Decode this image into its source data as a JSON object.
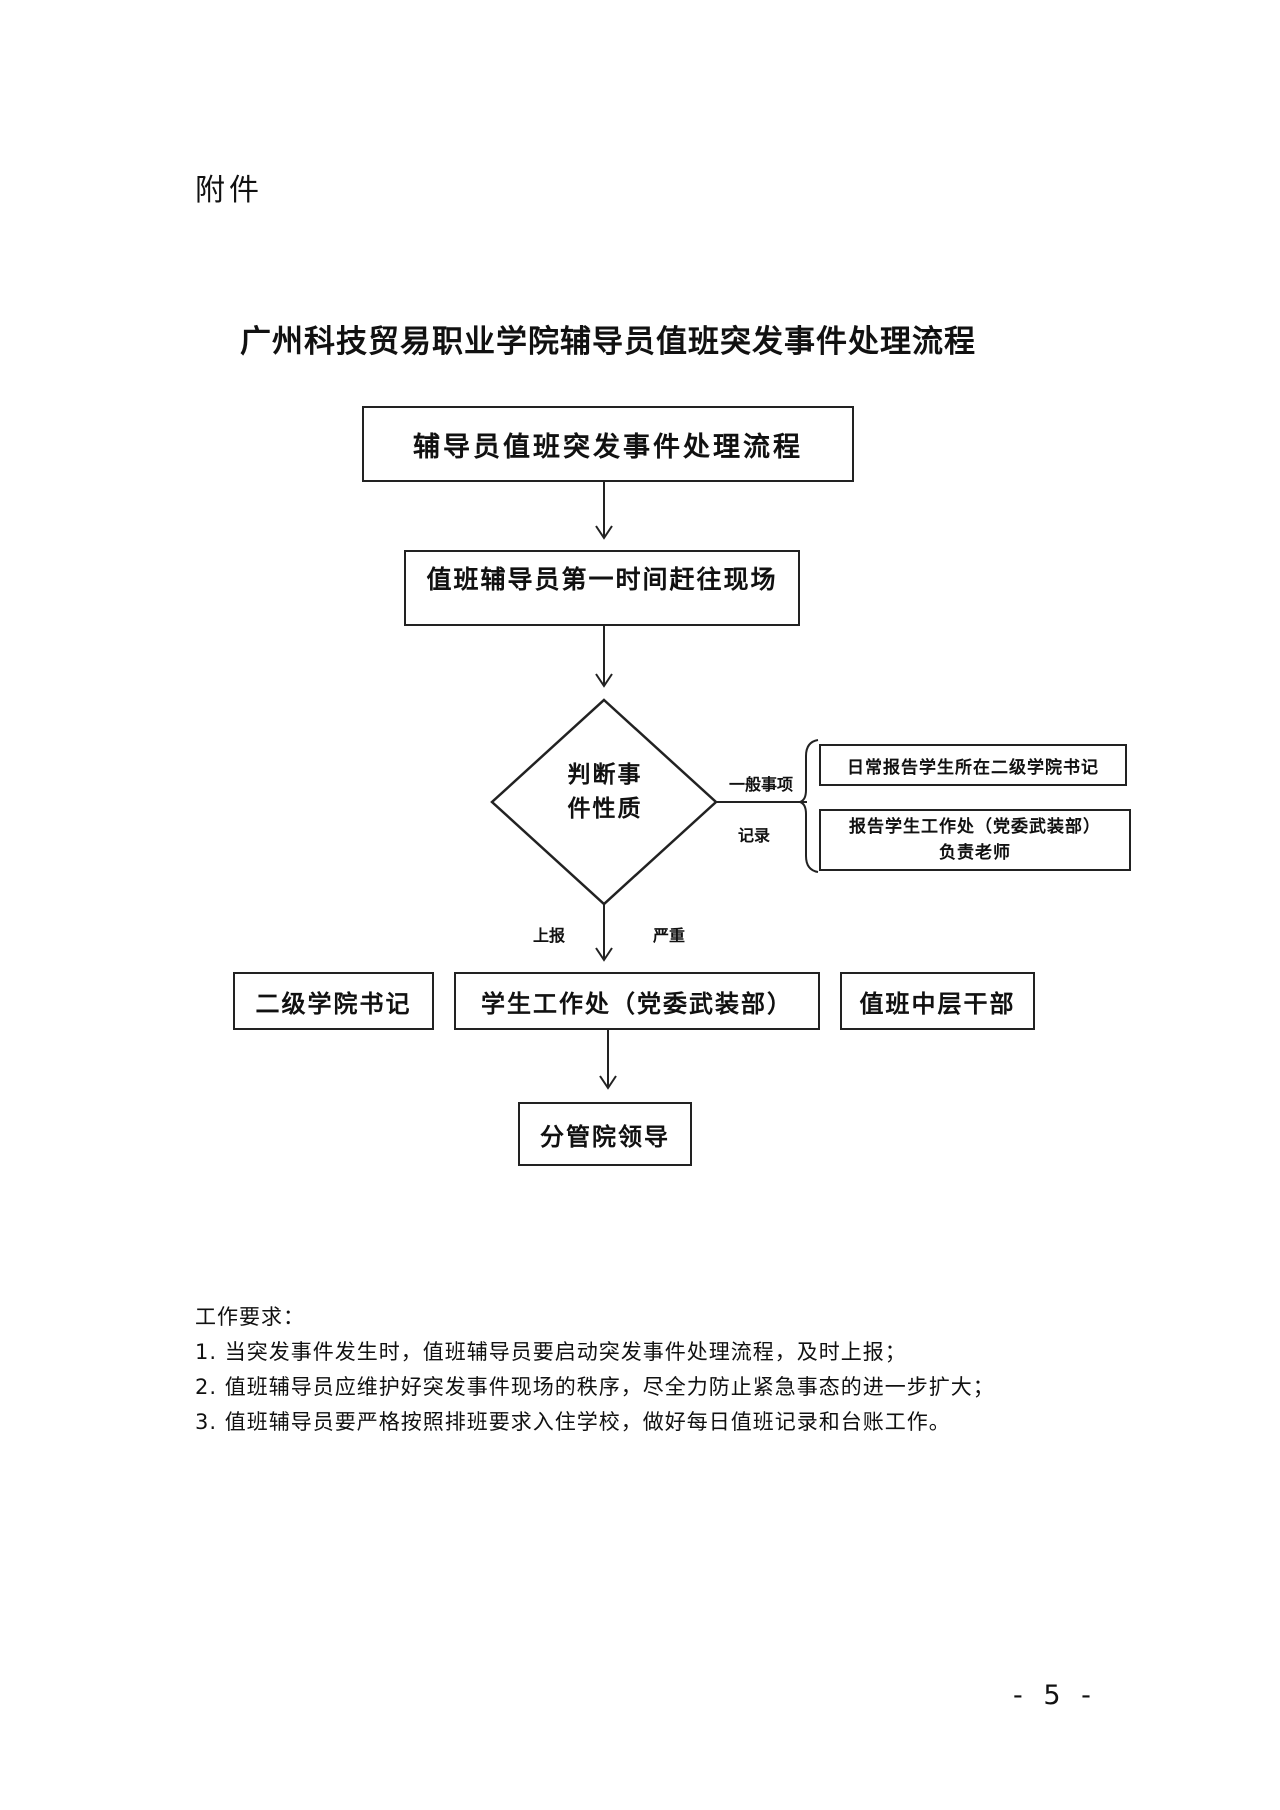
{
  "header": {
    "attachment_label": "附件",
    "title": "广州科技贸易职业学院辅导员值班突发事件处理流程"
  },
  "flowchart": {
    "start": "辅导员值班突发事件处理流程",
    "step1": "值班辅导员第一时间赶往现场",
    "decision_line1": "判断事",
    "decision_line2": "件性质",
    "label_general": "一般事项",
    "label_record": "记录",
    "label_report": "上报",
    "label_serious": "严重",
    "general_action1": "日常报告学生所在二级学院书记",
    "general_action2_line1": "报告学生工作处（党委武装部）",
    "general_action2_line2": "负责老师",
    "report_left": "二级学院书记",
    "report_mid": "学生工作处（党委武装部）",
    "report_right": "值班中层干部",
    "final": "分管院领导"
  },
  "requirements": {
    "heading": "工作要求：",
    "items": [
      "1. 当突发事件发生时，值班辅导员要启动突发事件处理流程，及时上报；",
      "2. 值班辅导员应维护好突发事件现场的秩序，尽全力防止紧急事态的进一步扩大；",
      "3. 值班辅导员要严格按照排班要求入住学校，做好每日值班记录和台账工作。"
    ]
  },
  "footer": {
    "page_number": "- 5 -"
  }
}
